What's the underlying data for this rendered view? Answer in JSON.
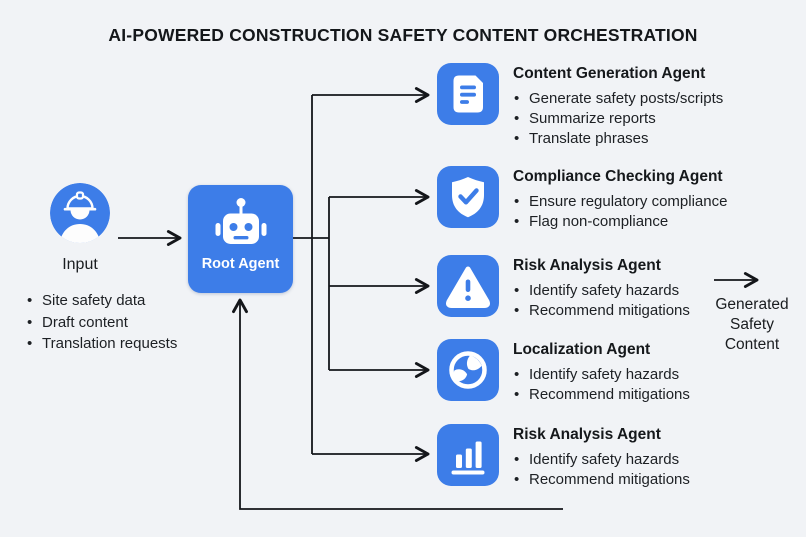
{
  "title": "AI-POWERED CONSTRUCTION SAFETY CONTENT ORCHESTRATION",
  "colors": {
    "accent_blue": "#3D7DE8",
    "background": "#F1F3F6",
    "line": "#14161A",
    "text": "#17191C",
    "icon_glyph": "#FFFFFF"
  },
  "input": {
    "icon": "construction-worker-icon",
    "label": "Input",
    "items": [
      "Site safety data",
      "Draft content",
      "Translation requests"
    ]
  },
  "root_agent": {
    "icon": "robot-icon",
    "label": "Root Agent"
  },
  "agents": [
    {
      "icon": "document-icon",
      "title": "Content Generation Agent",
      "bullets": [
        "Generate safety posts/scripts",
        "Summarize reports",
        "Translate phrases"
      ]
    },
    {
      "icon": "shield-check-icon",
      "title": "Compliance Checking Agent",
      "bullets": [
        "Ensure regulatory compliance",
        "Flag non-compliance"
      ]
    },
    {
      "icon": "warning-triangle-icon",
      "title": "Risk Analysis Agent",
      "bullets": [
        "Identify safety hazards",
        "Recommend mitigations"
      ]
    },
    {
      "icon": "globe-icon",
      "title": "Localization Agent",
      "bullets": [
        "Identify safety hazards",
        "Recommend mitigations"
      ]
    },
    {
      "icon": "bar-chart-icon",
      "title": "Risk Analysis Agent",
      "bullets": [
        "Identify safety hazards",
        "Recommend mitigations"
      ]
    }
  ],
  "output": {
    "lines": [
      "Generated",
      "Safety",
      "Content"
    ]
  }
}
